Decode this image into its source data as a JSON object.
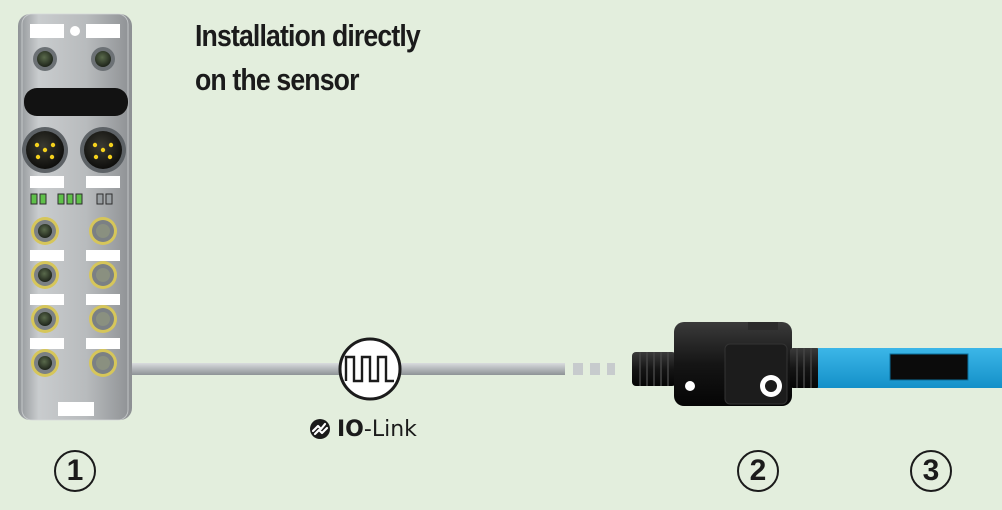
{
  "title": {
    "line1": "Installation directly",
    "line2": "on the sensor"
  },
  "protocol": {
    "prefix": "IO",
    "suffix": "-Link",
    "logo_icon": "io-link-logo-icon"
  },
  "callouts": [
    "1",
    "2",
    "3"
  ],
  "colors": {
    "background": "#e3eedd",
    "sensor_body": "#1fa3dc",
    "module_body": "#b6b9bc",
    "cable": "#b9bdc0",
    "led_green": "#5fc04a"
  }
}
